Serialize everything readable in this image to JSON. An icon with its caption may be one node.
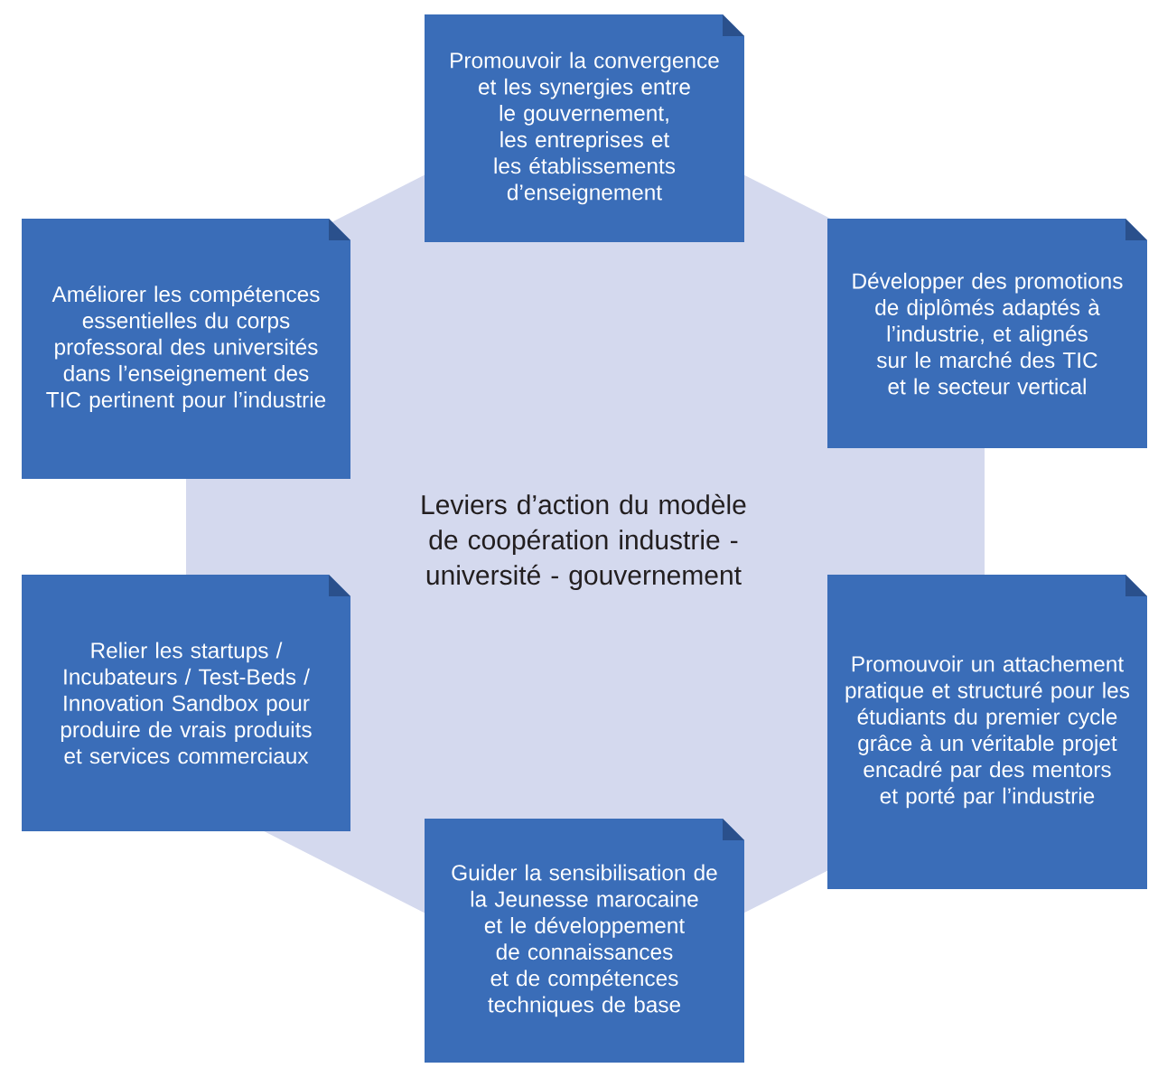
{
  "diagram": {
    "nodes": [
      {
        "text": [
          "Leviers d’action du modèle de coopération industrie - université - gouvernement"
        ]
      },
      {
        "text": [
          "Promouvoir la convergence et les synergies entre le gouvernement, les entreprises et les établissements d’enseignement"
        ]
      },
      {
        "text": [
          "Améliorer les compétences essentielles du corps professoral des universités dans l’enseignement des TIC pertinent pour l’industrie"
        ]
      },
      {
        "text": [
          "Développer des promotions de diplômés adaptés à l’industrie, et alignés sur le marché des TIC et le secteur vertical"
        ]
      },
      {
        "text": [
          "Relier les startups / Incubateurs / Test-Beds / Innovation Sandbox pour produire de vrais produits et services commerciaux"
        ]
      },
      {
        "text": [
          "Promouvoir un attachement pratique et structuré pour les étudiants du premier cycle grâce à un véritable projet encadré par des mentors et porté par l’industrie"
        ]
      },
      {
        "text": [
          "Guider la sensibilisation de la Jeunesse marocaine et le développement de connaissances et de compétences techniques de base"
        ]
      }
    ]
  }
}
